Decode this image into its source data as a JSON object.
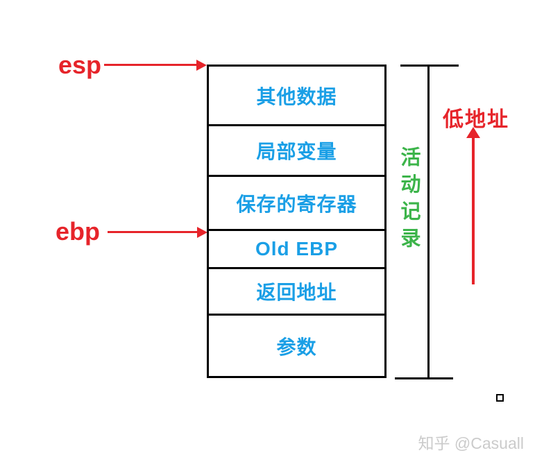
{
  "colors": {
    "red": "#e6242a",
    "blue": "#1a9fe6",
    "green": "#3cb44a",
    "black": "#000000",
    "watermark_gray": "#cbcbcb"
  },
  "pointers": {
    "esp_label": "esp",
    "ebp_label": "ebp"
  },
  "stack": {
    "rows": [
      {
        "label": "其他数据"
      },
      {
        "label": "局部变量"
      },
      {
        "label": "保存的寄存器"
      },
      {
        "label": "Old EBP"
      },
      {
        "label": "返回地址"
      },
      {
        "label": "参数"
      }
    ]
  },
  "right_side": {
    "bracket_label": "活动记录",
    "low_address_label": "低地址"
  },
  "watermark": "知乎 @Casuall"
}
